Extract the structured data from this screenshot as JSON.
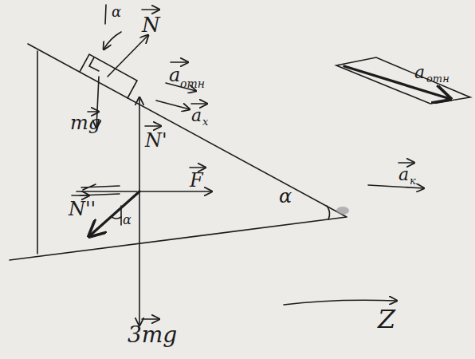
{
  "diagram": {
    "labels": [
      "α",
      "N",
      "a",
      "отн",
      "a",
      "x",
      "mg",
      "N'",
      "F",
      "N''",
      "α",
      "3mg",
      "α",
      "a",
      "отн",
      "a",
      "к",
      "Z"
    ]
  }
}
